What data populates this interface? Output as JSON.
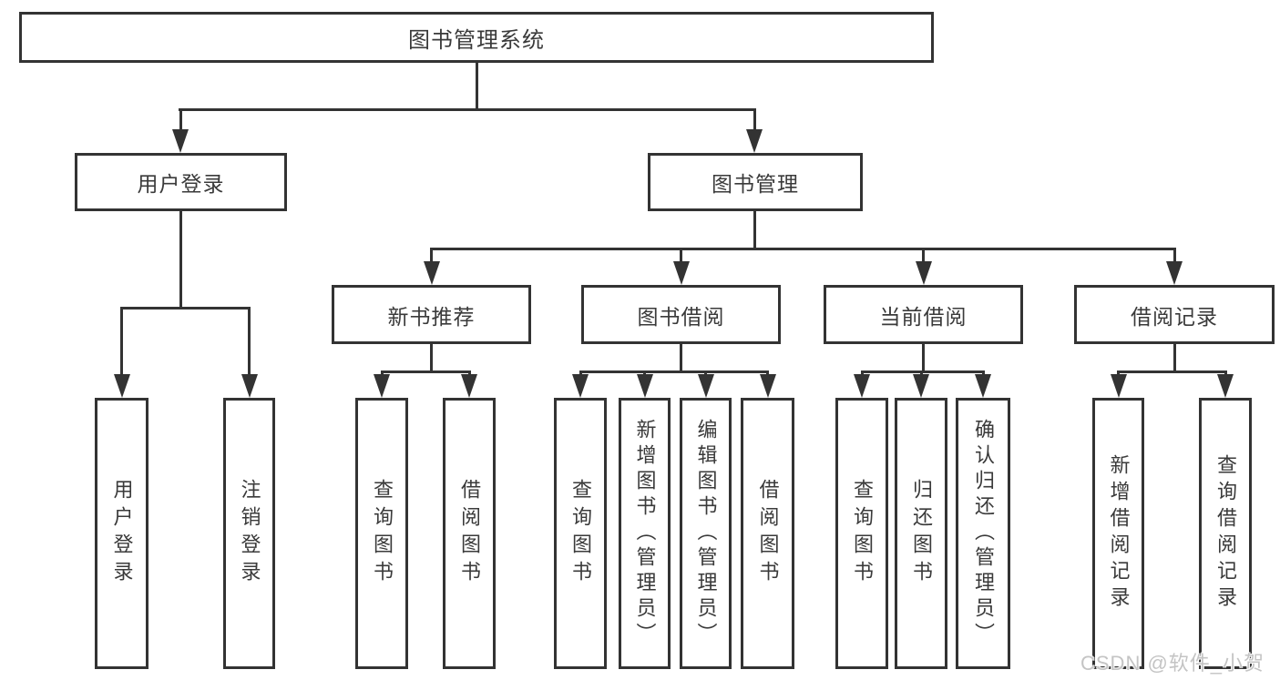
{
  "tree": {
    "root": "图书管理系统",
    "level2": [
      {
        "label": "用户登录",
        "leaves": [
          "用户登录",
          "注销登录"
        ]
      },
      {
        "label": "图书管理",
        "groups": [
          {
            "label": "新书推荐",
            "leaves": [
              "查询图书",
              "借阅图书"
            ]
          },
          {
            "label": "图书借阅",
            "leaves": [
              "查询图书",
              "新增图书（管理员）",
              "编辑图书（管理员）",
              "借阅图书"
            ]
          },
          {
            "label": "当前借阅",
            "leaves": [
              "查询图书",
              "归还图书",
              "确认归还（管理员）"
            ]
          },
          {
            "label": "借阅记录",
            "leaves": [
              "新增借阅记录",
              "查询借阅记录"
            ]
          }
        ]
      }
    ]
  },
  "watermark": {
    "text": "CSDN @软件_小贺同学"
  },
  "colors": {
    "line": "#333333",
    "text": "#3a3a3a",
    "background": "#ffffff",
    "watermark": "#c4c4c4"
  }
}
